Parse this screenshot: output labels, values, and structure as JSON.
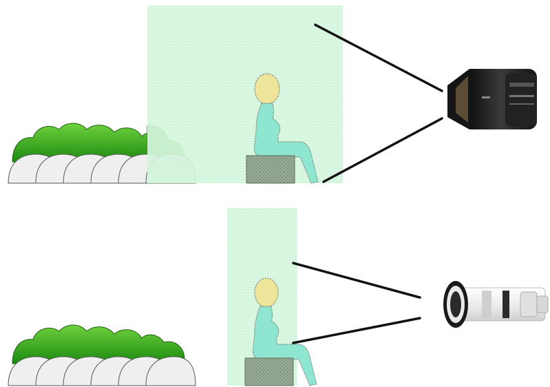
{
  "scenes": [
    {
      "lens": "wide-angle",
      "lens_icon": "fisheye-lens-icon",
      "field_of_view": "wide",
      "elements": [
        "bushes",
        "arches",
        "seated-person",
        "stool",
        "view-region",
        "sight-lines",
        "camera-lens"
      ]
    },
    {
      "lens": "telephoto",
      "lens_icon": "telephoto-lens-icon",
      "field_of_view": "narrow",
      "elements": [
        "bushes",
        "arches",
        "seated-person",
        "stool",
        "view-region",
        "sight-lines",
        "camera-lens"
      ]
    }
  ],
  "colors": {
    "view_region": "#d4f5dc",
    "bush_dark": "#1f8a12",
    "bush_light": "#66cc33",
    "arch_fill": "#efefef",
    "person_body": "#8fe6d0",
    "person_head": "#eee59a",
    "stool": "#8a9a88",
    "sight_line": "#111111",
    "lens_black": "#1a1a1a",
    "lens_white": "#f2f2f2"
  }
}
